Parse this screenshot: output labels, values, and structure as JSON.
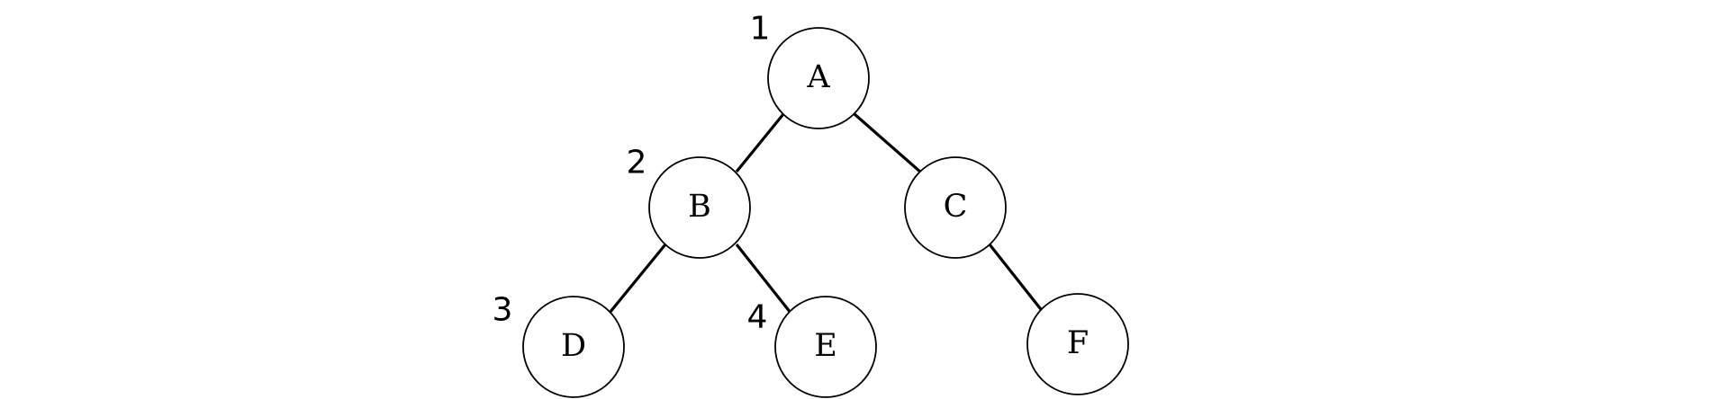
{
  "tree": {
    "nodes": [
      {
        "id": "A",
        "label": "A",
        "order": "1"
      },
      {
        "id": "B",
        "label": "B",
        "order": "2"
      },
      {
        "id": "C",
        "label": "C",
        "order": ""
      },
      {
        "id": "D",
        "label": "D",
        "order": "3"
      },
      {
        "id": "E",
        "label": "E",
        "order": "4"
      },
      {
        "id": "F",
        "label": "F",
        "order": ""
      }
    ],
    "edges": [
      {
        "from": "A",
        "to": "B"
      },
      {
        "from": "A",
        "to": "C"
      },
      {
        "from": "B",
        "to": "D"
      },
      {
        "from": "B",
        "to": "E"
      },
      {
        "from": "C",
        "to": "F"
      }
    ]
  }
}
